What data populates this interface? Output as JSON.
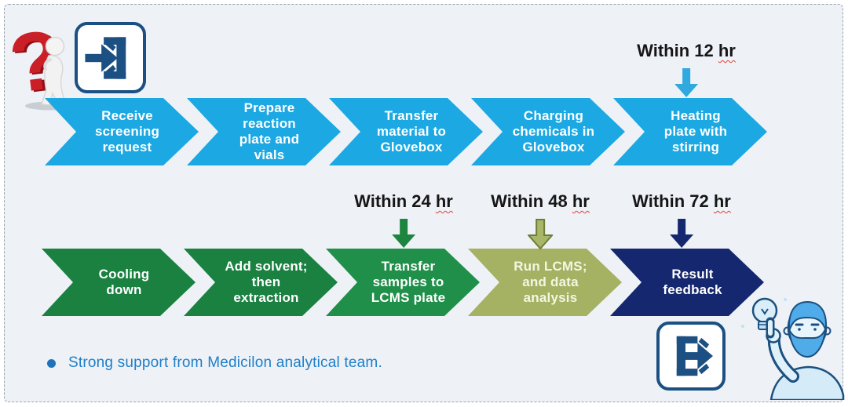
{
  "page": {
    "background": "#EEF2F7",
    "border_color": "#9AA3AD",
    "type": "process-flow-diagram"
  },
  "flow": {
    "rows": [
      {
        "steps": [
          {
            "label": "Receive screening request",
            "color": "#1BA8E3",
            "text_color": "#FFFFFF"
          },
          {
            "label": "Prepare reaction plate and vials",
            "color": "#1BA8E3",
            "text_color": "#FFFFFF"
          },
          {
            "label": "Transfer material to Glovebox",
            "color": "#1BA8E3",
            "text_color": "#FFFFFF"
          },
          {
            "label": "Charging chemicals in Glovebox",
            "color": "#1BA8E3",
            "text_color": "#FFFFFF"
          },
          {
            "label": "Heating plate with stirring",
            "color": "#1BA8E3",
            "text_color": "#FFFFFF"
          }
        ]
      },
      {
        "steps": [
          {
            "label": "Cooling down",
            "color": "#1A8141",
            "text_color": "#FFFFFF"
          },
          {
            "label": "Add solvent; then extraction",
            "color": "#1A8141",
            "text_color": "#FFFFFF"
          },
          {
            "label": "Transfer samples to LCMS plate",
            "color": "#1F8F49",
            "text_color": "#FFFFFF"
          },
          {
            "label": "Run LCMS; and data analysis",
            "color": "#A5B163",
            "text_color": "#F3F7E2"
          },
          {
            "label": "Result feedback",
            "color": "#15276F",
            "text_color": "#FFFFFF"
          }
        ]
      }
    ]
  },
  "timings": [
    {
      "prefix": "Within 12 ",
      "unit": "hr",
      "arrow_color": "#2FA9DE",
      "arrow_border": "#2090C8"
    },
    {
      "prefix": "Within 24 ",
      "unit": "hr",
      "arrow_color": "#1E8540",
      "arrow_border": "#166A31"
    },
    {
      "prefix": "Within 48 ",
      "unit": "hr",
      "arrow_color": "#A9B567",
      "arrow_border": "#6E7D39"
    },
    {
      "prefix": "Within 72 ",
      "unit": "hr",
      "arrow_color": "#15276F",
      "arrow_border": "#15276F"
    }
  ],
  "footer": {
    "note": "Strong support from Medicilon analytical team.",
    "text_color": "#1F7EC8",
    "bullet_color": "#1C75BC"
  },
  "icons": {
    "question_figure": "thinking-person-with-red-question-mark",
    "enter": "sign-in-arrow-into-bracket",
    "exit": "sign-out-arrow-from-bracket",
    "idea_person": "man-pointing-at-lightbulb",
    "glyph_color": "#1C4F82"
  }
}
